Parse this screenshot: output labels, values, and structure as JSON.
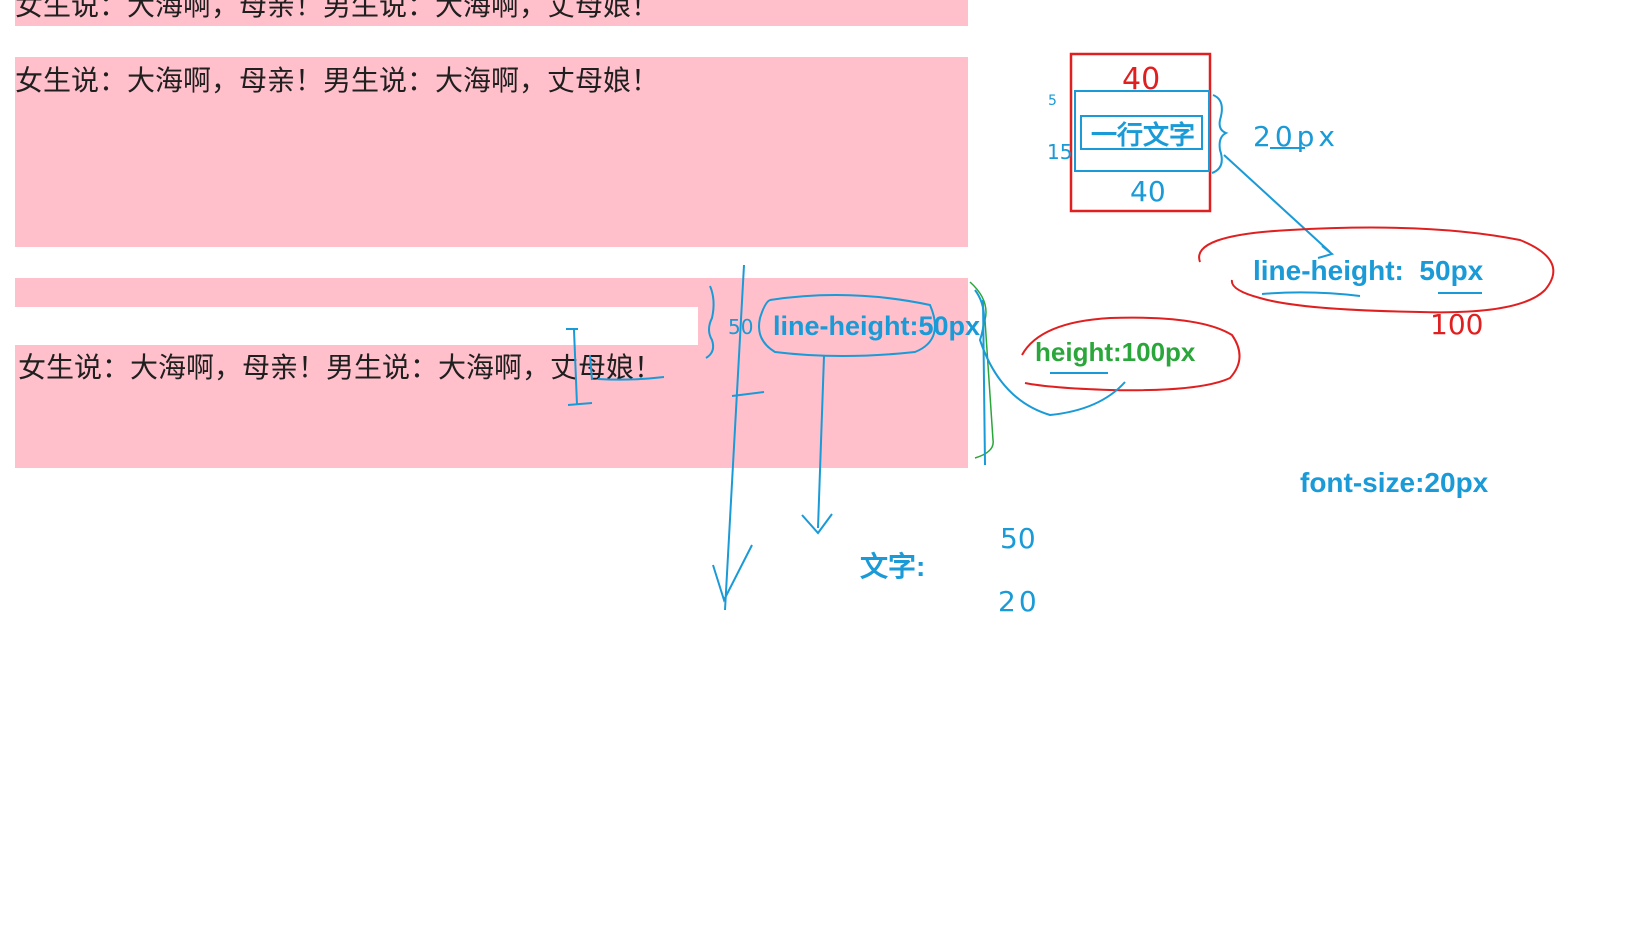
{
  "boxes": {
    "top_text": "女生说：大海啊，母亲！男生说：大海啊，丈母娘！",
    "middle_text": "女生说：大海啊，母亲！男生说：大海啊，丈母娘！",
    "bottom_text": "女生说：大海啊，母亲！男生说：大海啊，丈母娘！"
  },
  "annotations": {
    "line_height_middle": "line-height:50px",
    "height_100": "height:100px",
    "line_height_right": "line-height:  50px",
    "font_size": "font-size:20px",
    "wenzi": "文字:"
  },
  "demo": {
    "label": "一行文字"
  },
  "handwriting": {
    "top_40": "40",
    "left_5": "5",
    "left_15": "15",
    "bottom_40": "40",
    "right_20px": "20px",
    "below_100": "100",
    "mid_50": "50",
    "bottom_50": "50",
    "bottom_20": "20"
  },
  "colors": {
    "pink": "#ffc0cb",
    "annotation_blue": "#1a9ad6",
    "annotation_green": "#2aa63a",
    "marker_red": "#e02020"
  }
}
